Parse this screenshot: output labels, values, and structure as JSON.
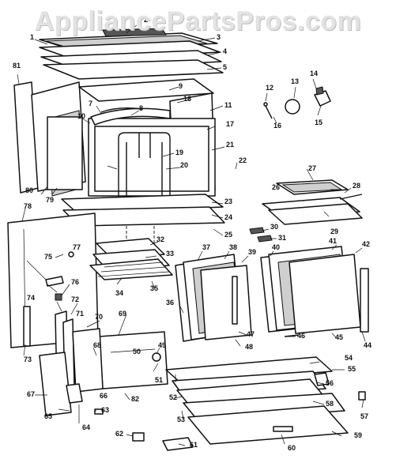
{
  "watermark": "AppliancePartsPros.com",
  "callouts": [
    "1",
    "2",
    "3",
    "4",
    "5",
    "7",
    "8",
    "9",
    "10",
    "11",
    "12",
    "13",
    "14",
    "15",
    "16",
    "17",
    "18",
    "19",
    "20",
    "21",
    "22",
    "23",
    "24",
    "25",
    "26",
    "27",
    "28",
    "29",
    "30",
    "31",
    "32",
    "33",
    "34",
    "35",
    "36",
    "37",
    "38",
    "39",
    "40",
    "41",
    "42",
    "44",
    "45",
    "46",
    "47",
    "48",
    "49",
    "50",
    "51",
    "52",
    "53",
    "54",
    "55",
    "56",
    "57",
    "58",
    "59",
    "60",
    "61",
    "62",
    "63",
    "64",
    "65",
    "66",
    "67",
    "68",
    "69",
    "70",
    "71",
    "72",
    "73",
    "74",
    "75",
    "76",
    "77",
    "78",
    "79",
    "80",
    "81",
    "82"
  ]
}
